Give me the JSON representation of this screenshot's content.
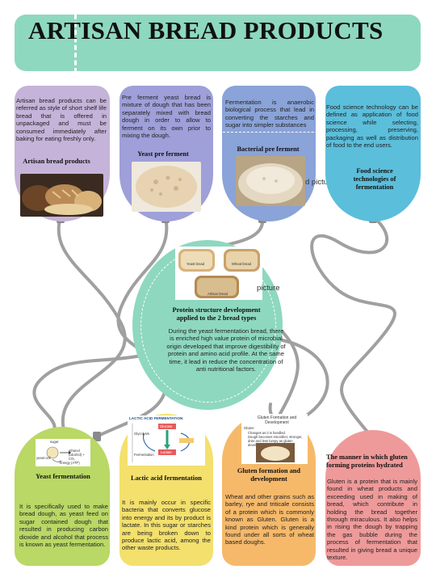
{
  "title": "ARTISAN BREAD PRODUCTS",
  "colors": {
    "title_bar": "#8ed8c0",
    "card_purple_light": "#c5b3d9",
    "card_purple": "#9f9fd9",
    "card_blue_grey": "#8aa3d8",
    "card_sky": "#5bbedb",
    "card_green": "#b9d865",
    "card_yellow": "#f3e06d",
    "card_orange": "#f6b96a",
    "card_pink": "#ef9a9a",
    "center_circle": "#8ed8c0",
    "wire": "#9d9d9d"
  },
  "top_cards": [
    {
      "text": "Artisan bread products can be referred as style of short shelf life bread that is offered in unpackaged and must be consumed immediately after baking for eating freshly only.",
      "heading": "Artisan bread products",
      "photo": "rustic-bread-loaves"
    },
    {
      "text": "Pre ferment yeast bread is mixture of dough that has been separately mixed with bread dough in order to allow to ferment on its own prior to mixing the dough.",
      "heading": "Yeast pre ferment",
      "photo": "bubbly-yeast-dough"
    },
    {
      "text": "Fermentation is anaerobic biological process that lead in converting the starches and sugar into simpler substances",
      "heading": "Bacterial pre ferment",
      "photo": "sourdough-starter-bowl",
      "overflow_caption": "d picture"
    },
    {
      "text": "Food science technology can be defined as application of food science while selecting, processing, preserving, packaging as well as distribution of food to the end users.",
      "heading": "Food science technologies of fermentation"
    }
  ],
  "center": {
    "heading": "Protein structure development applied to the 2 bread types",
    "text": "During the yeast fermentation bread, there is enriched high value protein of microbial origin developed that improve digestibility of protein and amino acid profile. At the same time, it lead in reduce the concentration of anti nutritional factors.",
    "overflow_caption": "picture",
    "photo_labels": [
      "Yeast bread",
      "Wheat bread",
      "Artisan bread"
    ]
  },
  "bottom_cards": [
    {
      "heading": "Yeast fermentation",
      "text": "It is specifically used to make bread dough, as yeast feed on sugar contained dough that resulted in producing carbon dioxide and alcohol that process is known as yeast fermentation.",
      "diagram": {
        "sugar": "sugar",
        "yeast": "yeast cell",
        "arrow": "ethanol (alcohol) + CO₂",
        "energy": "energy (ATP)"
      }
    },
    {
      "heading": "Lactic acid fermentation",
      "text": "It is mainly occur in specific bacteria that converts glucose into energy and its by product is lactate. In this sugar or starches are being broken down to produce lactic acid, among the other waste products.",
      "diagram": {
        "title": "LACTIC ACID FERMENTATION",
        "glucose": "Glucose",
        "glycolysis": "Glycolysis",
        "fermentation": "Fermentation",
        "lactate": "Lactate"
      }
    },
    {
      "heading": "Gluten formation and development",
      "text": "Wheat and other grains such as barley, rye and triticale consists of a protein which is commonly known as Gluten. Gluten is a kind protein which is generally found under all sorts of wheat based doughs.",
      "diagram": {
        "title": "Gluten Formation and Development",
        "sub": "Gluten:",
        "bullets": [
          "Changes as it is handled.",
          "Dough becomes smoother, stronger, drier and less lumpy as gluten develops."
        ]
      }
    },
    {
      "heading": "The manner in which gluten forming proteins hydrated",
      "text": "Gluten is a protein that is mainly found in wheat products and exceeding used in making of bread, which contribute in holding the bread together through miraculous. It also helps in rising the dough by trapping the gas bubble during the process of fermentation that resulted in giving bread a unique texture."
    }
  ]
}
